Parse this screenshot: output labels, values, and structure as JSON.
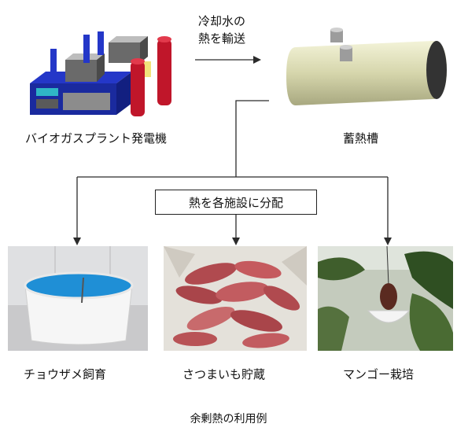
{
  "arrow_top_label_line1": "冷却水の",
  "arrow_top_label_line2": "熱を輸送",
  "generator_label": "バイオガスプラント発電機",
  "tank_label": "蓄熱槽",
  "distribution_label": "熱を各施設に分配",
  "uses": [
    {
      "label": "チョウザメ飼育",
      "icon": "sturgeon-tank-photo"
    },
    {
      "label": "さつまいも貯蔵",
      "icon": "sweet-potato-photo"
    },
    {
      "label": "マンゴー栽培",
      "icon": "mango-photo"
    }
  ],
  "caption": "余剰熱の利用例",
  "colors": {
    "line": "#2b2b2b",
    "tank": "#dcdcb4",
    "pipe_red": "#c0162a",
    "machine_blue": "#1a2fb0",
    "pool_blue": "#1f8fd6"
  }
}
